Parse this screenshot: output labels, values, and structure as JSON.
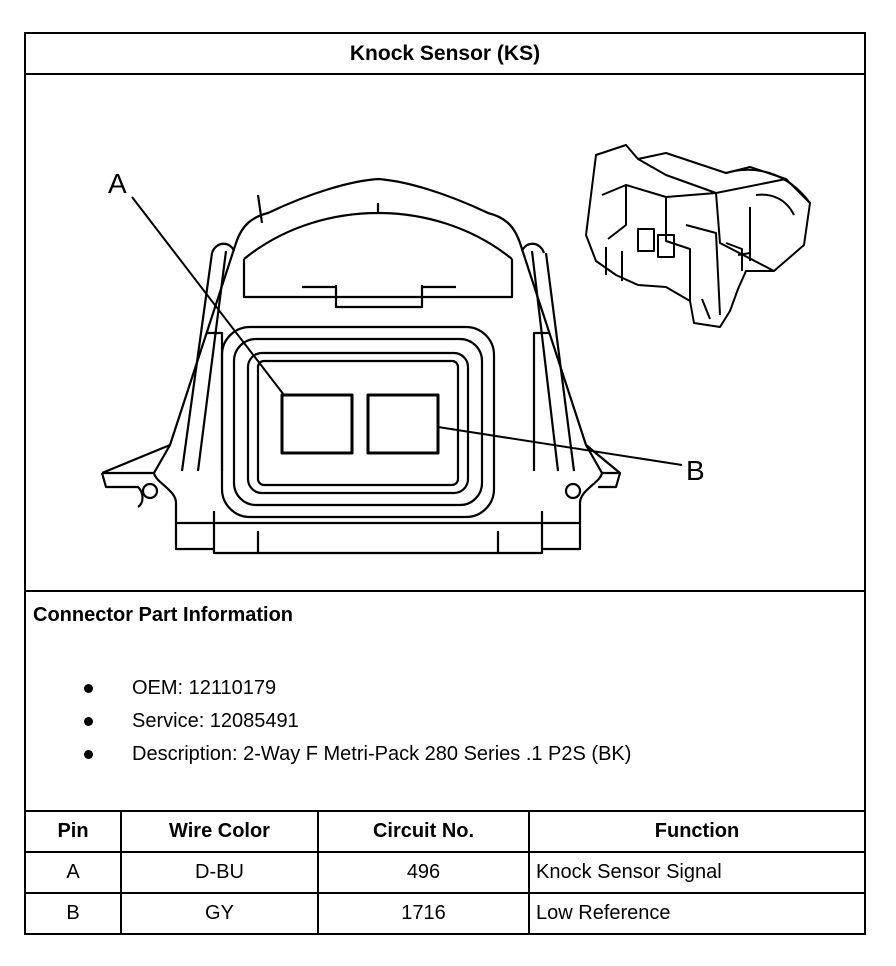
{
  "title": "Knock Sensor (KS)",
  "figure": {
    "callout_a": "A",
    "callout_b": "B"
  },
  "info": {
    "heading": "Connector Part Information",
    "bullets": [
      "OEM: 12110179",
      "Service: 12085491",
      "Description: 2-Way F Metri-Pack 280 Series .1 P2S (BK)"
    ]
  },
  "table": {
    "headers": [
      "Pin",
      "Wire Color",
      "Circuit No.",
      "Function"
    ],
    "rows": [
      [
        "A",
        "D-BU",
        "496",
        "Knock Sensor Signal"
      ],
      [
        "B",
        "GY",
        "1716",
        "Low Reference"
      ]
    ]
  }
}
